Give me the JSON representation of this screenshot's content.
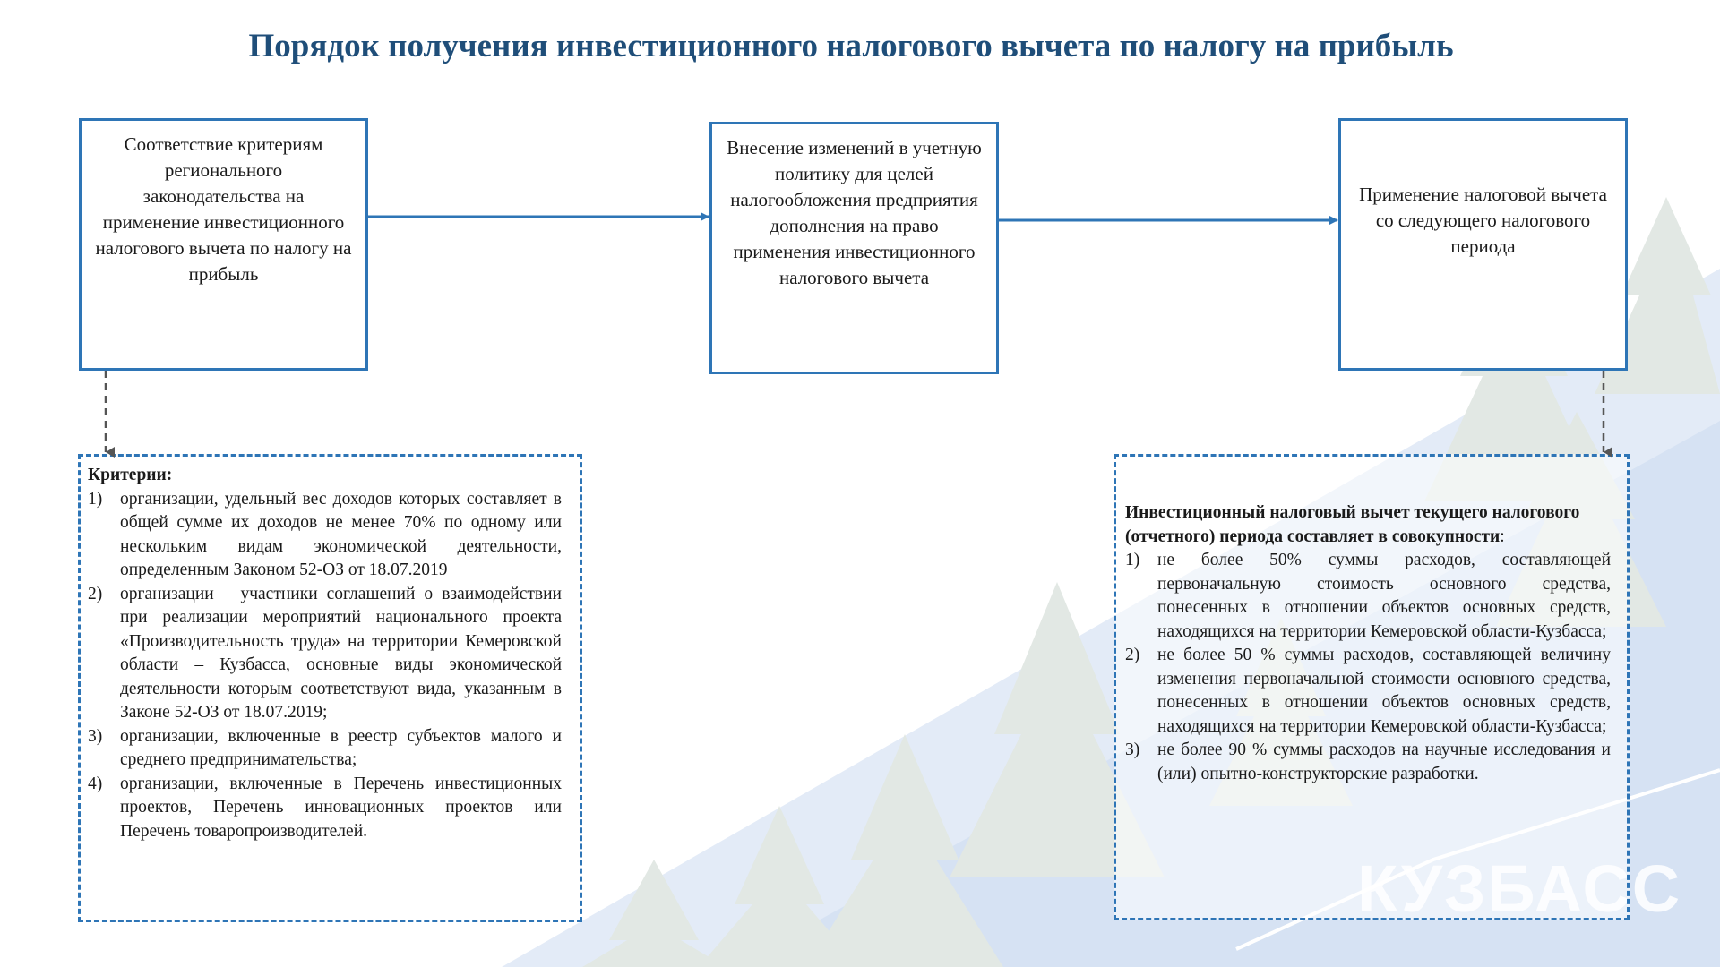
{
  "title": "Порядок получения инвестиционного налогового вычета по налогу на прибыль",
  "steps": [
    {
      "text": "Соответствие критериям регионального законодательства на применение инвестиционного налогового вычета по налогу на прибыль"
    },
    {
      "text": "Внесение изменений в учетную политику для целей налогообложения предприятия дополнения на право применения инвестиционного налогового вычета"
    },
    {
      "text": "Применение налоговой вычета со следующего налогового периода"
    }
  ],
  "criteria": {
    "header": "Критерии:",
    "items": [
      {
        "num": "1)",
        "text": "организации, удельный вес доходов которых составляет в общей сумме их доходов не менее 70% по одному или нескольким видам экономической деятельности, определенным Законом 52-ОЗ от 18.07.2019"
      },
      {
        "num": "2)",
        "text": "организации – участники соглашений о взаимодействии при реализации мероприятий национального проекта «Производительность труда» на территории Кемеровской области – Кузбасса, основные виды экономической деятельности которым соответствуют вида, указанным в Законе 52-ОЗ от 18.07.2019;"
      },
      {
        "num": "3)",
        "text": "организации, включенные в реестр субъектов малого и среднего предпринимательства;"
      },
      {
        "num": "4)",
        "text": "организации, включенные в Перечень инвестиционных проектов, Перечень инновационных проектов или Перечень товаропроизводителей."
      }
    ]
  },
  "deduction": {
    "header": "Инвестиционный налоговый вычет текущего налогового (отчетного) периода составляет в совокупности",
    "header_suffix": ":",
    "items": [
      {
        "num": "1)",
        "text": "не более 50% суммы расходов, составляющей первоначальную стоимость основного средства, понесенных в отношении объектов основных средств, находящихся на территории Кемеровской области-Кузбасса;"
      },
      {
        "num": "2)",
        "text": "не более 50 % суммы расходов, составляющей величину изменения первоначальной стоимости основного средства, понесенных в отношении объектов основных средств, находящихся на территории Кемеровской области-Кузбасса;"
      },
      {
        "num": "3)",
        "text": "не более 90 % суммы расходов на научные исследования и (или) опытно-конструкторские разработки."
      }
    ]
  },
  "logo": {
    "text": "КУЗБАСС"
  },
  "colors": {
    "title": "#1f4e79",
    "box_border": "#2e75b6",
    "arrow": "#2e75b6",
    "dashed_connector": "#555555",
    "bg_tint": "#dde7f5",
    "trees": "#dfe6e2"
  }
}
